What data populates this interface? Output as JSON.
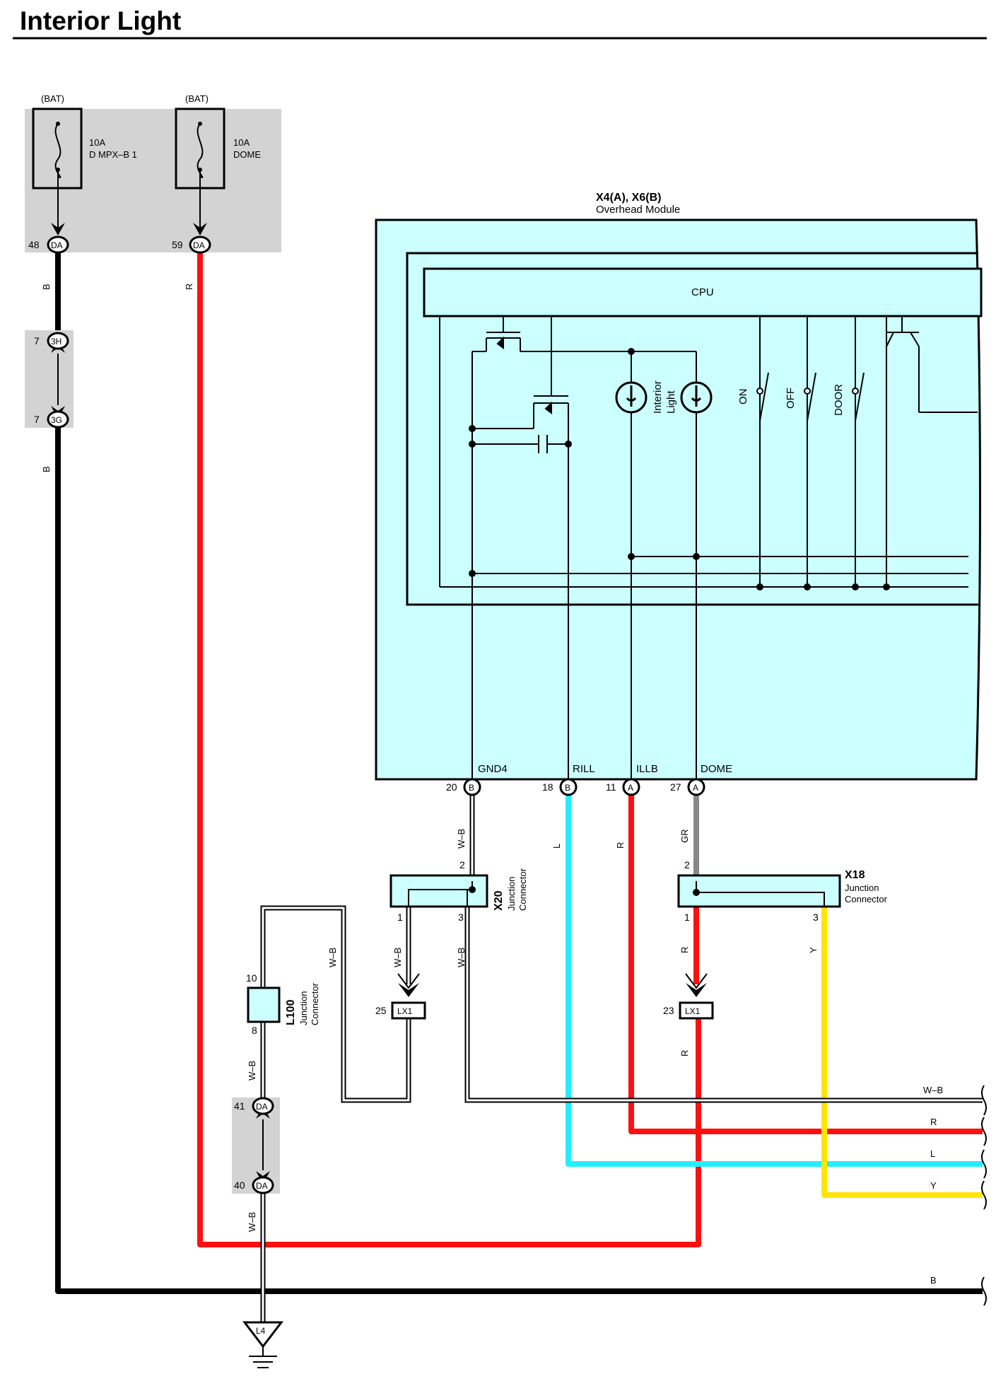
{
  "title": "Interior Light",
  "colors": {
    "B": "#000000",
    "R": "#ff1010",
    "L": "#22eeff",
    "Y": "#ffe500",
    "GR": "#888888",
    "W-B": "#ffffff",
    "module_fill": "#ccffff",
    "relay_box_fill": "#d3d3d3"
  },
  "fuses": [
    {
      "id": "fuse-dmpx-b1",
      "source": "(BAT)",
      "rating": "10A",
      "name": "D MPX–B 1",
      "pin": "48",
      "connector": "DA",
      "wire": "B"
    },
    {
      "id": "fuse-dome",
      "source": "(BAT)",
      "rating": "10A",
      "name": "DOME",
      "pin": "59",
      "connector": "DA",
      "wire": "R"
    }
  ],
  "module": {
    "code": "X4(A), X6(B)",
    "name": "Overhead Module",
    "cpu_label": "CPU",
    "lamp_label_1": "Interior",
    "lamp_label_2": "Light",
    "switches": [
      "ON",
      "OFF",
      "DOOR"
    ],
    "terminals": [
      {
        "name": "GND4",
        "pin": "20",
        "connector": "B",
        "wire": "W–B"
      },
      {
        "name": "RILL",
        "pin": "18",
        "connector": "B",
        "wire": "L"
      },
      {
        "name": "ILLB",
        "pin": "11",
        "connector": "A",
        "wire": "R"
      },
      {
        "name": "DOME",
        "pin": "27",
        "connector": "A",
        "wire": "GR"
      }
    ]
  },
  "inline_connectors": [
    {
      "pin": "7",
      "code": "3H"
    },
    {
      "pin": "7",
      "code": "3G"
    },
    {
      "pin": "41",
      "code": "DA"
    },
    {
      "pin": "40",
      "code": "DA"
    },
    {
      "pin": "25",
      "code": "LX1"
    },
    {
      "pin": "23",
      "code": "LX1"
    }
  ],
  "junction_connectors": [
    {
      "code": "X20",
      "name_1": "Junction",
      "name_2": "Connector",
      "pins": [
        "2",
        "1",
        "3"
      ]
    },
    {
      "code": "X18",
      "name_1": "Junction",
      "name_2": "Connector",
      "pins": [
        "2",
        "1",
        "3"
      ]
    },
    {
      "code": "L100",
      "name_1": "Junction",
      "name_2": "Connector",
      "pins": [
        "10",
        "8"
      ]
    }
  ],
  "ground": "L4",
  "wire_labels": {
    "b_top": "B",
    "b_mid": "B",
    "r_left": "R",
    "wb_x20_in": "W–B",
    "wb_x20_1": "W–B",
    "wb_x20_3": "W–B",
    "wb_loop": "W–B",
    "wb_l100": "W–B",
    "wb_ground": "W–B",
    "l_rill": "L",
    "r_illb": "R",
    "gr_dome": "GR",
    "r_x18_1": "R",
    "r_lx1": "R",
    "y_x18_3": "Y"
  },
  "right_edge_labels": [
    "W–B",
    "R",
    "L",
    "Y",
    "B"
  ]
}
